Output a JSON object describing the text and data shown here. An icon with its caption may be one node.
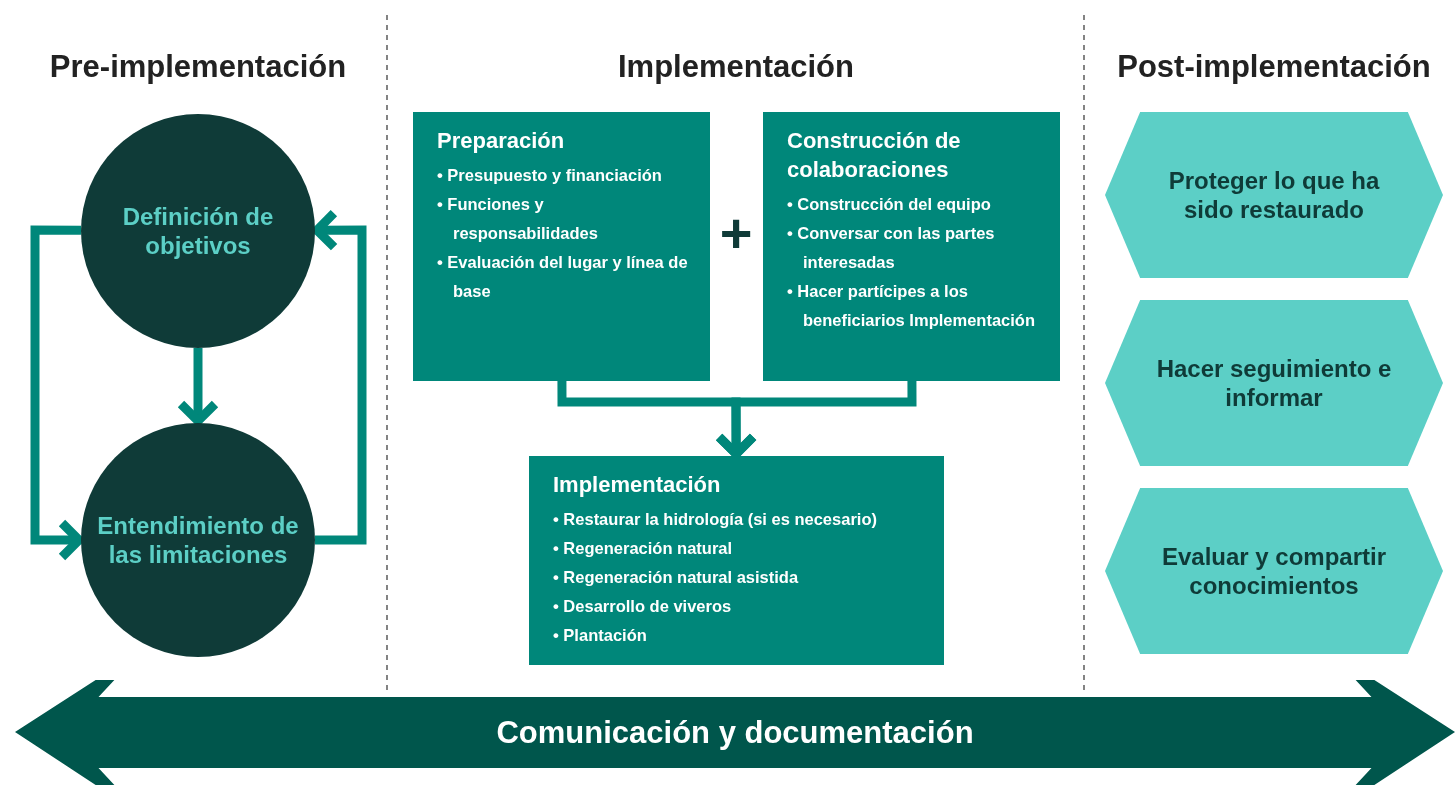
{
  "diagram": {
    "nodes": [
      {
        "text": [
          "Definición de objetivos"
        ]
      },
      {
        "text": [
          "Entendimiento de las limitaciones"
        ]
      },
      {
        "text": [
          "Preparación",
          "• Presupuesto y financiación",
          "• Funciones y responsabilidades",
          "• Evaluación del lugar y línea de base"
        ]
      },
      {
        "text": [
          "Construcción de colaboraciones",
          "• Construcción del equipo",
          "• Conversar con las partes interesadas",
          "• Hacer partícipes a los beneficiarios Implementación"
        ]
      },
      {
        "text": [
          "Implementación",
          "• Restaurar la hidrología (si es necesario)",
          "• Regeneración natural",
          "• Regeneración natural asistida",
          "• Desarrollo de viveros",
          "• Plantación"
        ]
      },
      {
        "text": [
          "Proteger lo que ha sido restaurado"
        ]
      },
      {
        "text": [
          "Hacer seguimiento e informar"
        ]
      },
      {
        "text": [
          "Evaluar y compartir conocimientos"
        ]
      },
      {
        "text": [
          "Comunicación y documentación"
        ]
      }
    ],
    "edges": [
      {
        "from": 0,
        "to": 1,
        "arrow": "to"
      },
      {
        "from": 0,
        "to": 1,
        "arrow": "to"
      },
      {
        "from": 1,
        "to": 0,
        "arrow": "to"
      },
      {
        "from": 2,
        "to": 4,
        "arrow": "to"
      },
      {
        "from": 3,
        "to": 4,
        "arrow": "to"
      }
    ],
    "labels": [
      "Pre-implementación",
      "Implementación",
      "Post-implementación",
      "+"
    ]
  }
}
